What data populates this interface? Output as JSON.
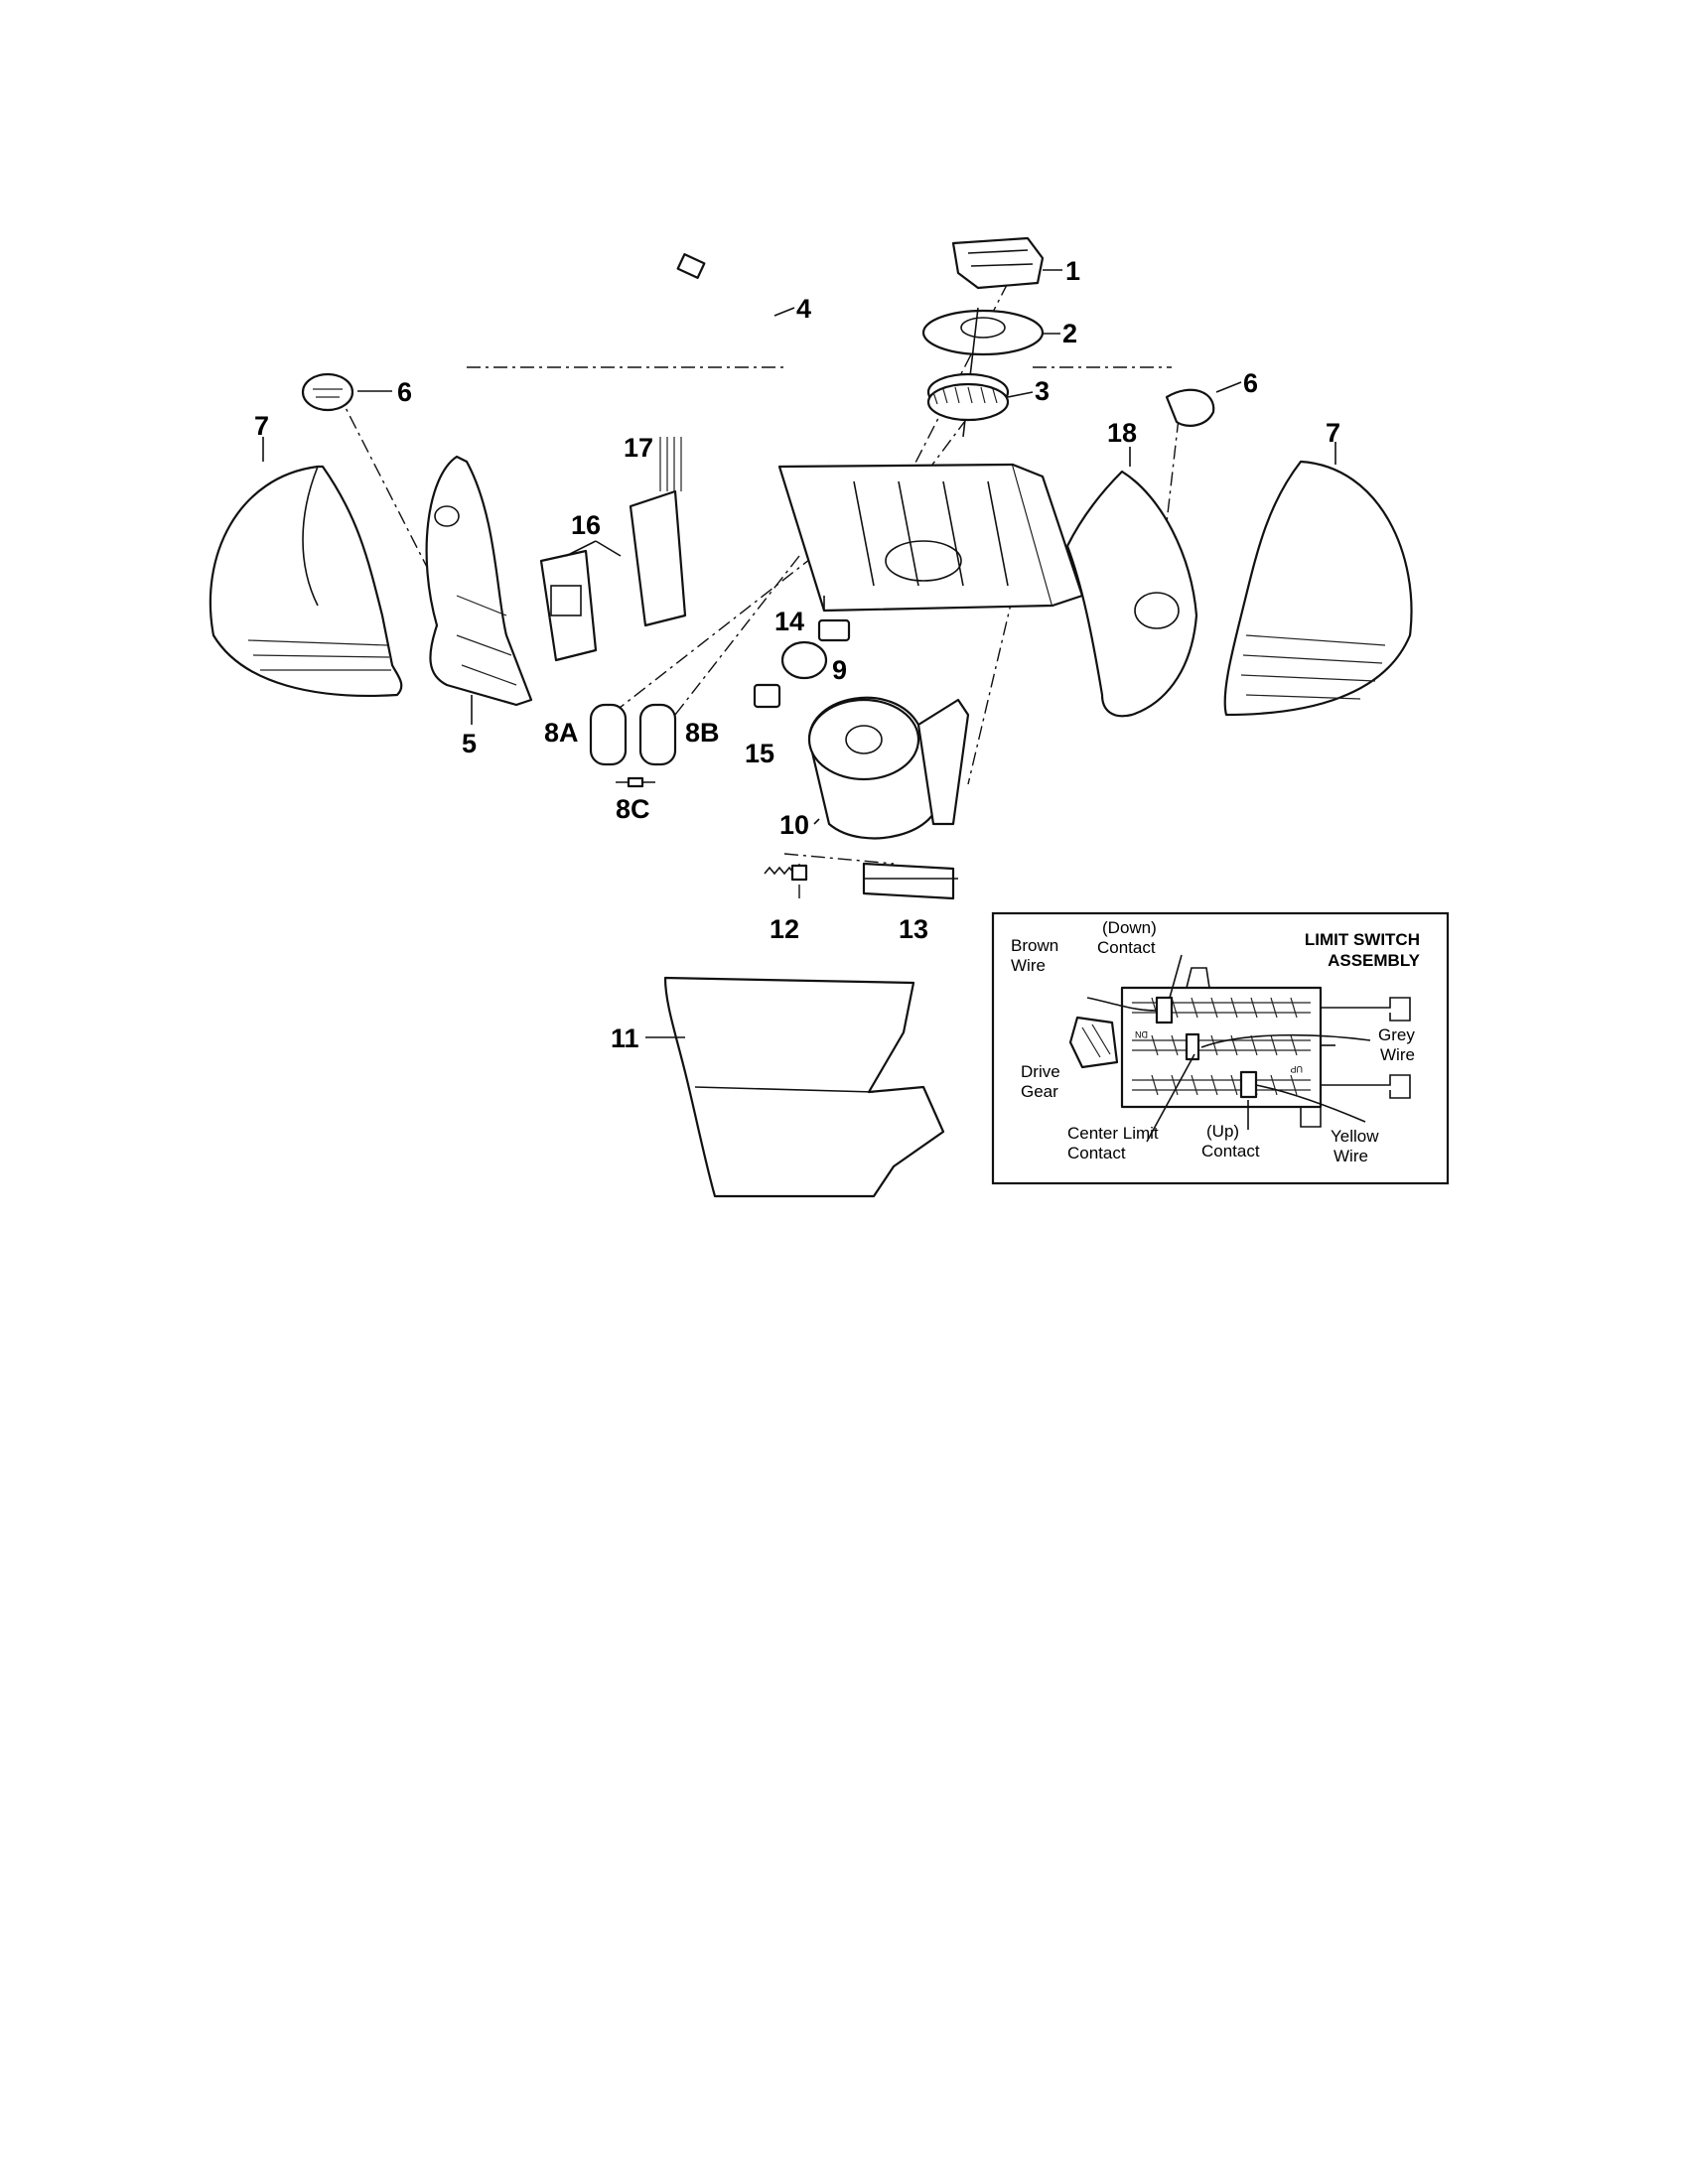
{
  "callouts": {
    "c1": "1",
    "c2": "2",
    "c3": "3",
    "c4": "4",
    "c5": "5",
    "c6a": "6",
    "c6b": "6",
    "c7a": "7",
    "c7b": "7",
    "c8a": "8A",
    "c8b": "8B",
    "c8c": "8C",
    "c9": "9",
    "c10": "10",
    "c11": "11",
    "c12": "12",
    "c13": "13",
    "c14": "14",
    "c15": "15",
    "c16": "16",
    "c17": "17",
    "c18": "18"
  },
  "inset": {
    "title_line1": "LIMIT SWITCH",
    "title_line2": "ASSEMBLY",
    "brown_wire_1": "Brown",
    "brown_wire_2": "Wire",
    "down_contact_1": "(Down)",
    "down_contact_2": "Contact",
    "grey_wire_1": "Grey",
    "grey_wire_2": "Wire",
    "drive_gear_1": "Drive",
    "drive_gear_2": "Gear",
    "center_limit_1": "Center Limit",
    "center_limit_2": "Contact",
    "up_contact_1": "(Up)",
    "up_contact_2": "Contact",
    "yellow_wire_1": "Yellow",
    "yellow_wire_2": "Wire",
    "dn_mark": "DN",
    "up_mark": "UP"
  }
}
